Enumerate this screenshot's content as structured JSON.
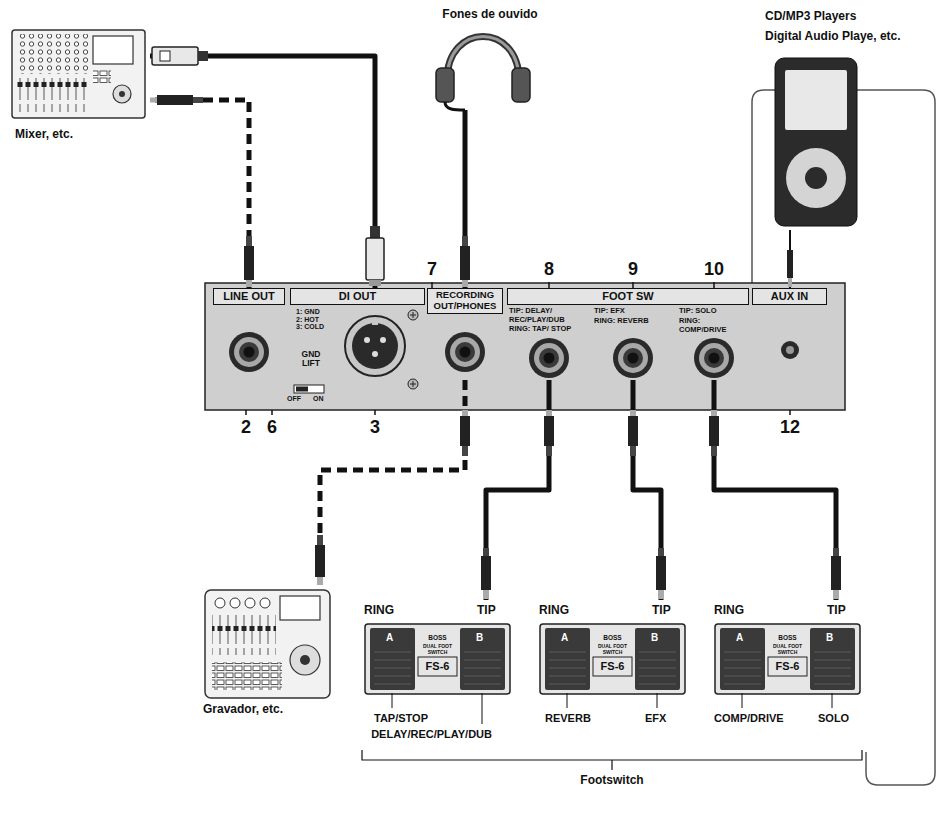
{
  "diagram": {
    "nodes": [
      {
        "text": [
          "Mixer, etc."
        ]
      },
      {
        "text": [
          "Fones de ouvido"
        ]
      },
      {
        "text": [
          "CD/MP3 Players",
          "Digital Audio Playe, etc."
        ]
      },
      {},
      {
        "text": [
          "LINE OUT"
        ],
        "in": 3
      },
      {
        "text": [
          "DI OUT",
          "1: GND 2: HOT 3: COLD",
          "GND LIFT"
        ],
        "in": 3
      },
      {
        "text": [
          "RECORDING OUT/PHONES"
        ],
        "in": 3
      },
      {
        "text": [
          "FOOT SW"
        ],
        "in": 3
      },
      {
        "text": [
          "TIP: DELAY/ REC/PLAY/DUB",
          "RING: TAP/ STOP"
        ],
        "in": 7
      },
      {
        "text": [
          "TIP: EFX",
          "RING: REVERB"
        ],
        "in": 7
      },
      {
        "text": [
          "TIP: SOLO",
          "RING: COMP/DRIVE"
        ],
        "in": 7
      },
      {
        "text": [
          "AUX IN"
        ],
        "in": 3
      },
      {
        "text": [
          "Gravador, etc."
        ]
      },
      {
        "text": [
          "RING",
          "TIP",
          "A",
          "BOSS",
          "B",
          "DUAL FOOT SWITCH",
          "FS-6",
          "TAP/STOP",
          "DELAY/REC/PLAY/DUB"
        ]
      },
      {
        "text": [
          "RING",
          "TIP",
          "A",
          "BOSS",
          "B",
          "DUAL FOOT SWITCH",
          "FS-6",
          "REVERB",
          "EFX"
        ]
      },
      {
        "text": [
          "RING",
          "TIP",
          "A",
          "BOSS",
          "B",
          "DUAL FOOT SWITCH",
          "FS-6",
          "COMP/DRIVE",
          "SOLO"
        ]
      }
    ],
    "edges": [
      {
        "from": 4,
        "to": 0,
        "arrow": "none"
      },
      {
        "from": 5,
        "to": 0,
        "arrow": "none"
      },
      {
        "from": 6,
        "to": 1,
        "arrow": "none"
      },
      {
        "from": 6,
        "to": 12,
        "arrow": "none"
      },
      {
        "from": 8,
        "to": 13,
        "arrow": "none"
      },
      {
        "from": 9,
        "to": 14,
        "arrow": "none"
      },
      {
        "from": 10,
        "to": 15,
        "arrow": "none"
      },
      {
        "from": 11,
        "to": 2,
        "arrow": "none"
      }
    ],
    "labels": [
      "7",
      "8",
      "9",
      "10",
      "OFF",
      "ON",
      "2",
      "6",
      "3",
      "12",
      "Footswitch"
    ]
  }
}
